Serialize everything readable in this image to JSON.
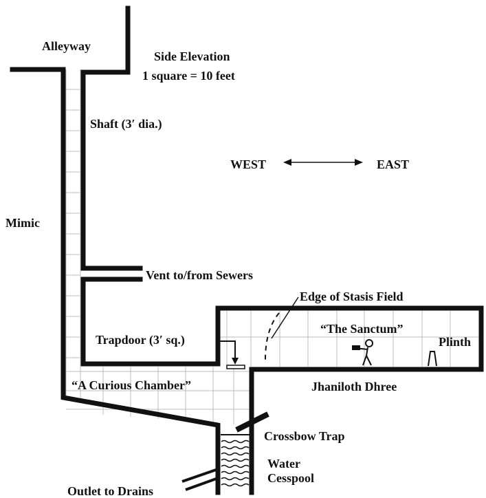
{
  "map": {
    "title": "Side Elevation",
    "scale": "1 square = 10 feet",
    "compass": {
      "west": "WEST",
      "east": "EAST"
    },
    "labels": {
      "alleyway": "Alleyway",
      "shaft": "Shaft (3′ dia.)",
      "mimic": "Mimic",
      "vent": "Vent to/from Sewers",
      "stasis_edge": "Edge of Stasis Field",
      "trapdoor": "Trapdoor (3′ sq.)",
      "sanctum": "“The Sanctum”",
      "plinth": "Plinth",
      "chamber": "“A Curious Chamber”",
      "jhaniloth": "Jhaniloth Dhree",
      "crossbow": "Crossbow Trap",
      "water": "Water",
      "cesspool": "Cesspool",
      "outlet": "Outlet to Drains"
    }
  }
}
